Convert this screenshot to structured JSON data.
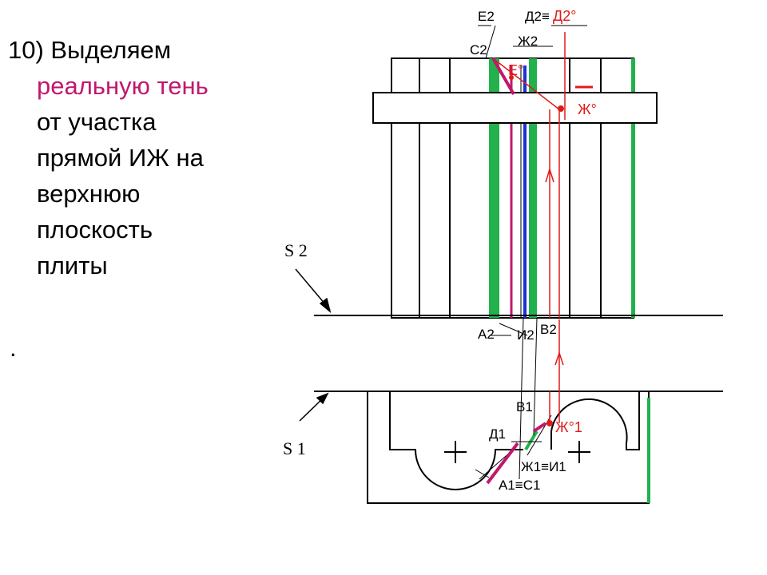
{
  "slide": {
    "caption_lines": [
      "10) Выделяем",
      "реальную тень",
      "от участка",
      "прямой ИЖ на",
      "верхнюю",
      "плоскость",
      "плиты"
    ],
    "note": "."
  },
  "labels": {
    "e2": "E2",
    "d2": "Д2≡",
    "d2_zero": "Д2°",
    "c2": "C2",
    "zh2": "Ж2",
    "e_zero": "E°",
    "zh_zero": "Ж°",
    "minus": "–",
    "s2": "S 2",
    "s1": "S 1",
    "a2": "A2",
    "i2": "И2",
    "b2": "B2",
    "b1": "B1",
    "zh_zero_1": "Ж°1",
    "d1": "Д1",
    "zh1_i1": "Ж1≡И1",
    "a1_c1": "A1≡C1"
  },
  "colors": {
    "outline": "#000000",
    "green": "#22b14c",
    "magenta": "#c0186e",
    "blue": "#1a33d6",
    "red": "#e01a1a"
  }
}
